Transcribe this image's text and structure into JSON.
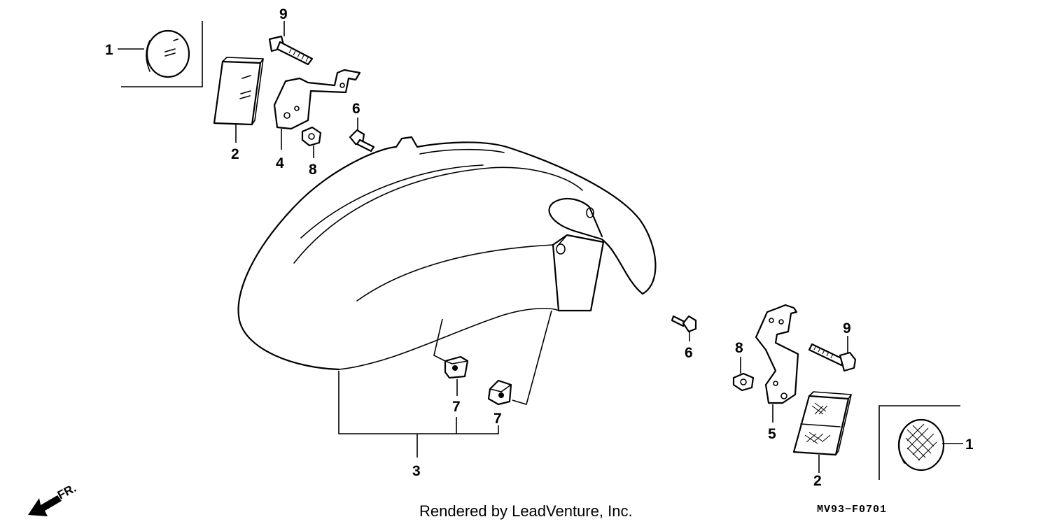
{
  "diagram": {
    "callouts": {
      "emblem_left": "1",
      "reflector_left": "2",
      "fender": "3",
      "bracket_left": "4",
      "bracket_right": "5",
      "screw_left": "6",
      "screw_right": "6",
      "clip_left": "7",
      "clip_right": "7",
      "nut_left": "8",
      "nut_right": "8",
      "bolt_left": "9",
      "bolt_right": "9",
      "reflector_right": "2",
      "emblem_right": "1"
    },
    "direction_label": "FR.",
    "credit": "Rendered by LeadVenture, Inc.",
    "diagram_code": "MV93−F0701"
  }
}
